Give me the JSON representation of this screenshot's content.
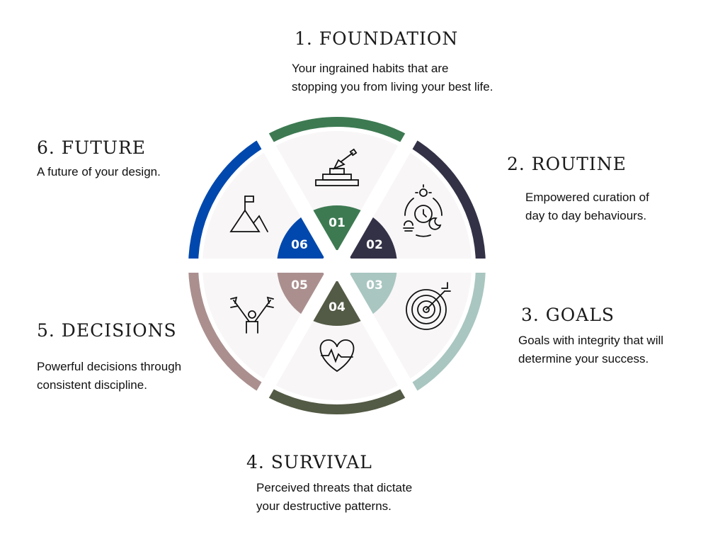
{
  "steps": [
    {
      "number": "01",
      "title": "1. FOUNDATION",
      "desc_lines": [
        "Your ingrained habits that are",
        "stopping you from living your best life."
      ],
      "color": "#3d7a52",
      "icon": "pyramid-trowel-icon"
    },
    {
      "number": "02",
      "title": "2. ROUTINE",
      "desc_lines": [
        "Empowered curation of",
        "day to day behaviours."
      ],
      "color": "#333146",
      "icon": "daily-cycle-icon"
    },
    {
      "number": "03",
      "title": "3. GOALS",
      "desc_lines": [
        "Goals with integrity that will",
        "determine your success."
      ],
      "color": "#a9c6c0",
      "icon": "target-icon"
    },
    {
      "number": "04",
      "title": "4. SURVIVAL",
      "desc_lines": [
        "Perceived threats that dictate",
        "your destructive patterns."
      ],
      "color": "#535a45",
      "icon": "heartbeat-icon"
    },
    {
      "number": "05",
      "title": "5. DECISIONS",
      "desc_lines": [
        "Powerful decisions through",
        "consistent discipline."
      ],
      "color": "#ab8f8f",
      "icon": "crossroads-icon"
    },
    {
      "number": "06",
      "title": "6. FUTURE",
      "desc_lines": [
        "A future of your design."
      ],
      "color": "#0048ad",
      "icon": "mountain-flag-icon"
    }
  ]
}
